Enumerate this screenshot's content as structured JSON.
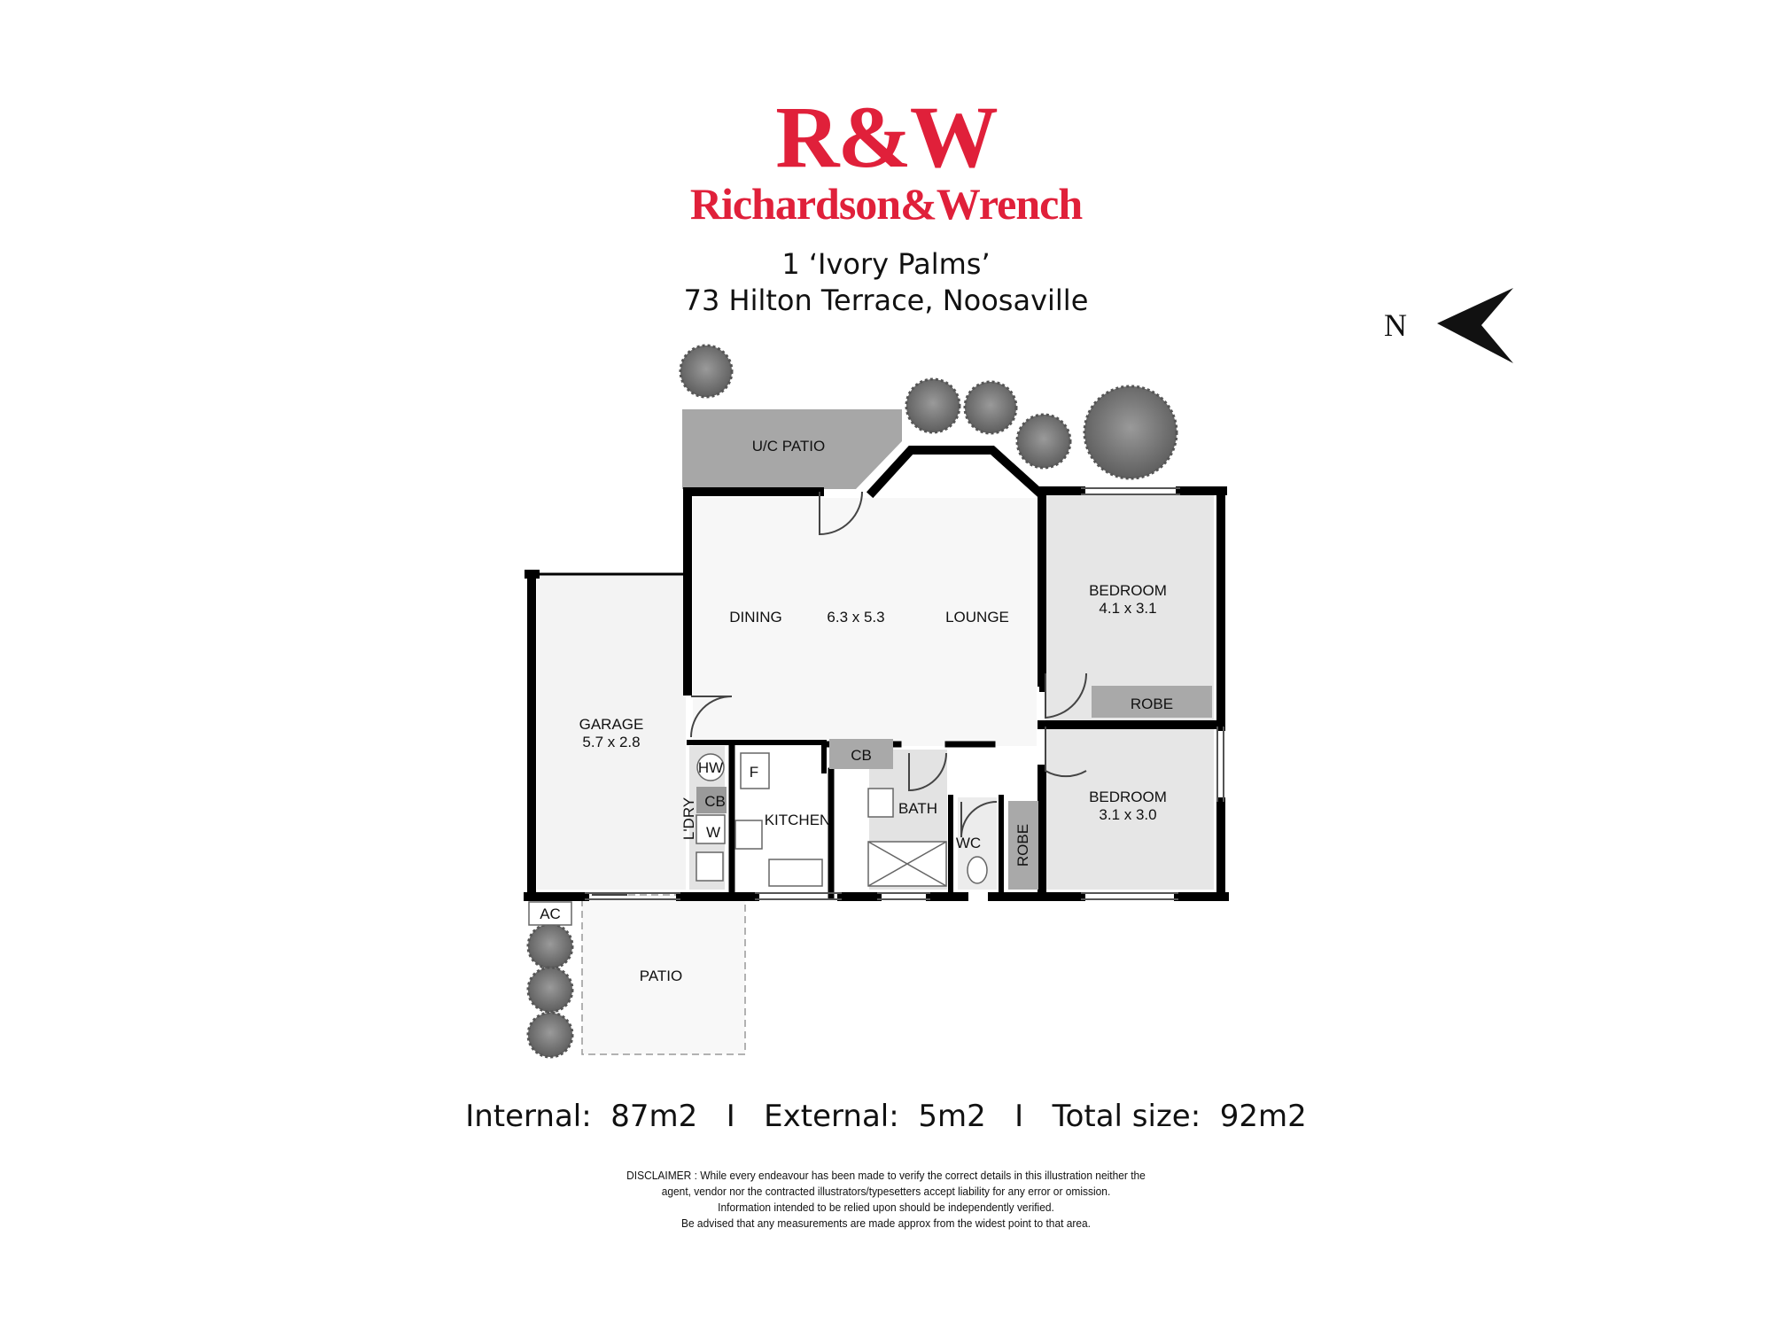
{
  "brand": {
    "monogram": "R&W",
    "name": "Richardson&Wrench",
    "color": "#e0203a"
  },
  "address": {
    "line1": "1 ‘Ivory Palms’",
    "line2": "73 Hilton Terrace, Noosaville"
  },
  "compass": {
    "label": "N",
    "icon": "north-arrow-icon"
  },
  "rooms": {
    "uc_patio": "U/C PATIO",
    "dining": "DINING",
    "living_size": "6.3 x 5.3",
    "lounge": "LOUNGE",
    "bedroom1_name": "BEDROOM",
    "bedroom1_size": "4.1 x 3.1",
    "robe1": "ROBE",
    "garage_name": "GARAGE",
    "garage_size": "5.7 x 2.8",
    "hw": "HW",
    "f": "F",
    "cb_laundry": "CB",
    "w": "W",
    "laundry": "L'DRY",
    "kitchen": "KITCHEN",
    "cb_hall": "CB",
    "bath": "BATH",
    "wc": "WC",
    "robe2": "ROBE",
    "bedroom2_name": "BEDROOM",
    "bedroom2_size": "3.1 x 3.0",
    "ac": "AC",
    "patio": "PATIO"
  },
  "stats": {
    "text": "Internal:  87m2   I   External:  5m2   I   Total size:  92m2"
  },
  "disclaimer": [
    "DISCLAIMER : While every endeavour has been made to verify the correct details in this illustration neither the",
    "agent, vendor nor the contracted illustrators/typesetters accept liability for any error or omission.",
    "Information intended to be relied upon should be independently verified.",
    "Be advised that any measurements are made approx from the widest point to that area."
  ]
}
